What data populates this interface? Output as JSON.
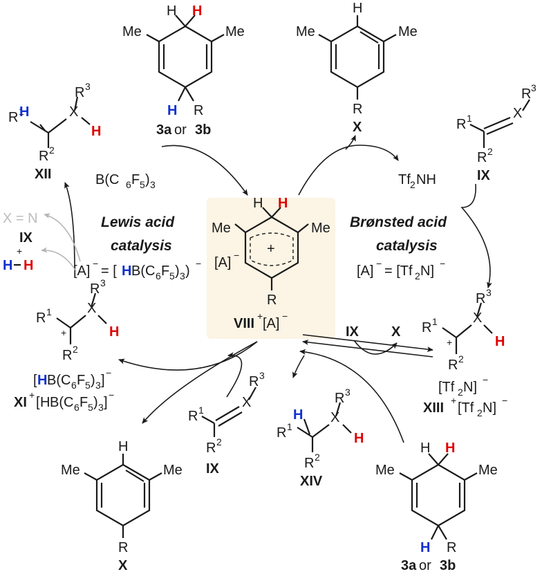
{
  "labels": {
    "top_left_compound_label": "3a",
    "top_left_or": "or",
    "top_left_compound_label2": "3b",
    "top_right_product_label": "X",
    "bottom_left_product_label": "X",
    "bottom_right_compound_label": "3a",
    "bottom_right_or": "or",
    "bottom_right_compound_label2": "3b",
    "xii_label": "XII",
    "ix_top_right_label": "IX",
    "ix_bottom_label": "IX",
    "xiv_label": "XIV",
    "ix_left_label": "IX",
    "ix_mid_label": "IX",
    "x_mid_label": "X",
    "center_label": "VIII",
    "center_label_sup": "+",
    "center_label_anion": "[A]",
    "center_label_anion_sup": "−",
    "center_anion": "[A]",
    "center_anion_sup": "−"
  },
  "catalysis": {
    "lewis_line1": "Lewis acid",
    "lewis_line2": "catalysis",
    "bronsted_line1": "Brønsted acid",
    "bronsted_line2": "catalysis"
  },
  "reagents": {
    "borane_b": "B(C",
    "borane_6a": "6",
    "borane_f": "F",
    "borane_5": "5",
    "borane_3": ")",
    "borane_3sub": "3",
    "tf2nh_tf": "Tf",
    "tf2nh_2": "2",
    "tf2nh_nh": "NH",
    "x_eq_n": "X = N",
    "h2_plus": "+"
  },
  "anions": {
    "lewis_a": "[A]",
    "lewis_eq": "= [",
    "lewis_hb": "HB(C",
    "lewis_tail": "F",
    "bron_a": "[A]",
    "bron_eq": "= [Tf",
    "bron_tail": "N]",
    "tf2n_top": "[Tf",
    "tf2n_tail": "N]",
    "xiii": "XIII",
    "xi": "XI",
    "hb_top": "[",
    "hb_rest": "B(C",
    "hb_f": "F"
  },
  "atoms": {
    "me": "Me",
    "h": "H",
    "r": "R",
    "x": "X",
    "r1": "R",
    "r2": "R",
    "r3": "R",
    "one": "1",
    "two": "2",
    "three": "3",
    "plus": "+",
    "minus": "−"
  }
}
